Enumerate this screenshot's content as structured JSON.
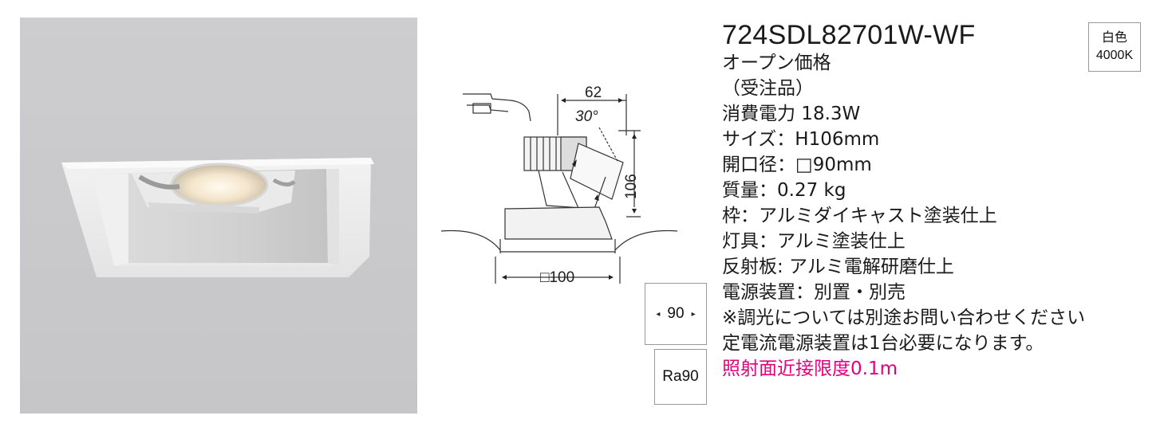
{
  "product": {
    "model": "724SDL82701W-WF",
    "spec_lines": [
      "オープン価格",
      "（受注品）",
      "消費電力 18.3W",
      "サイズ：H106mm",
      "開口径：□90mm",
      "質量：0.27 kg",
      "枠：アルミダイキャスト塗装仕上",
      "灯具：アルミ塗装仕上",
      "反射板: アルミ電解研磨仕上",
      "電源装置：別置・別売",
      "※調光については別途お問い合わせください",
      "定電流電源装置は1台必要になります。"
    ],
    "notice": "照射面近接限度0.1m"
  },
  "badges": {
    "color_name": "白色",
    "color_temp": "4000K",
    "cutout": "90",
    "ra": "Ra90"
  },
  "drawing": {
    "dim_width": "62",
    "dim_angle": "30°",
    "dim_height": "106",
    "dim_frame": "□100"
  },
  "colors": {
    "notice": "#e6007e",
    "photo_bg": "#c8c8ca"
  }
}
